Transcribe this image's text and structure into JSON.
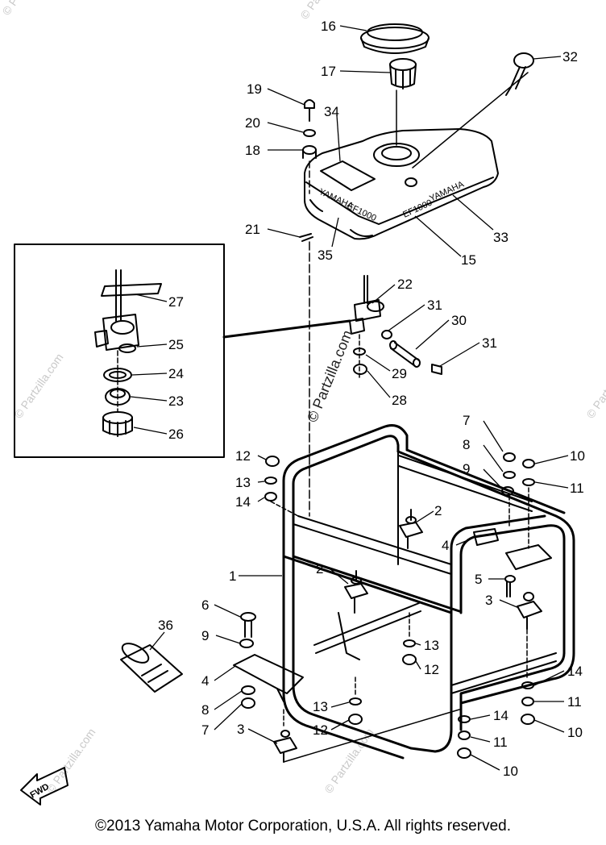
{
  "diagram": {
    "callouts": [
      "16",
      "17",
      "32",
      "19",
      "34",
      "20",
      "18",
      "33",
      "21",
      "35",
      "15",
      "22",
      "27",
      "31",
      "30",
      "25",
      "31",
      "24",
      "29",
      "23",
      "28",
      "26",
      "7",
      "12",
      "8",
      "10",
      "9",
      "13",
      "11",
      "14",
      "2",
      "4",
      "1",
      "2",
      "5",
      "3",
      "6",
      "36",
      "9",
      "13",
      "12",
      "4",
      "14",
      "8",
      "11",
      "13",
      "7",
      "12",
      "10",
      "14",
      "3",
      "11",
      "10"
    ],
    "brand_top": "YAMAHA",
    "brand_side": "YAMAHA",
    "model_top": "EF1000",
    "model_side": "EF1000",
    "fwd_label": "FWD"
  },
  "watermarks": {
    "main": "© Partzilla.com",
    "faint": "© Partzilla.com"
  },
  "footer": {
    "copyright": "©2013  Yamaha Motor Corporation, U.S.A. All rights reserved."
  }
}
